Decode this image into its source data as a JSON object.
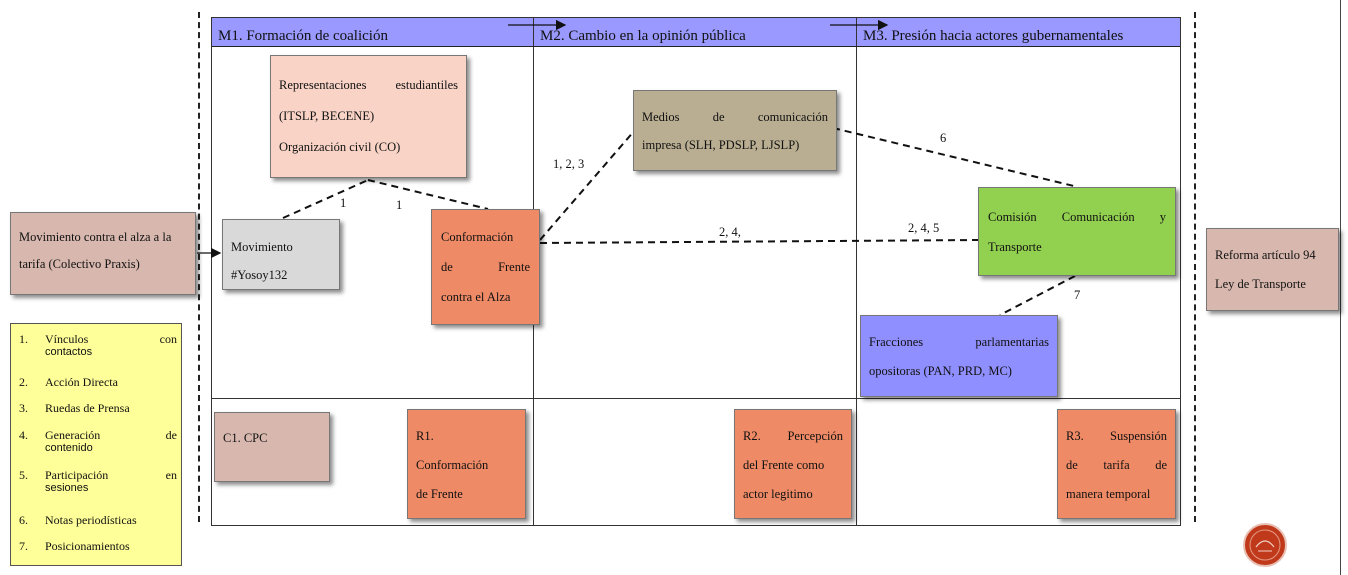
{
  "columns": {
    "m1": "M1. Formación de coalición",
    "m2": "M2. Cambio en la opinión pública",
    "m3": "M3. Presión hacia actores gubernamentales"
  },
  "nodes": {
    "colectivo": "Movimiento contra el alza a la tarifa (Colectivo Praxis)",
    "representaciones_1": "Representaciones estudiantiles",
    "representaciones_2": "(ITSLP, BECENE)",
    "organizacion": "Organización civil (CO)",
    "movimiento_1": "Movimiento",
    "movimiento_2": "#Yosoy132",
    "conformacion_1": "Conformación",
    "conformacion_2": "de Frente",
    "conformacion_3": "contra el Alza",
    "medios_1": "Medios de comunicación",
    "medios_2": "impresa (SLH, PDSLP, LJSLP)",
    "comision_1": "Comisión Comunicación y",
    "comision_2": "Transporte",
    "fracciones_1": "Fracciones parlamentarias",
    "fracciones_2": "opositoras (PAN, PRD, MC)",
    "reforma_1": "Reforma artículo 94",
    "reforma_2": "Ley de Transporte"
  },
  "results": {
    "c1": "C1. CPC",
    "r1_1": "R1.",
    "r1_2": "Conformación",
    "r1_3": "de Frente",
    "r2_1": "R2. Percepción",
    "r2_2": "del Frente como",
    "r2_3": "actor legitimo",
    "r3_1": "R3. Suspensión",
    "r3_2": "de tarifa de",
    "r3_3": "manera temporal"
  },
  "edge_labels": {
    "e1a": "1",
    "e1b": "1",
    "e123": "1, 2, 3",
    "e24": "2, 4,",
    "e245": "2, 4, 5",
    "e6": "6",
    "e7": "7"
  },
  "legend": [
    {
      "num": "1.",
      "text": "Vínculos con",
      "cont": "contactos"
    },
    {
      "num": "2.",
      "text": "Acción Directa",
      "cont": ""
    },
    {
      "num": "3.",
      "text": "Ruedas de Prensa",
      "cont": ""
    },
    {
      "num": "4.",
      "text": "Generación de",
      "cont": "contenido"
    },
    {
      "num": "5.",
      "text": "Participación en",
      "cont": "sesiones"
    },
    {
      "num": "6.",
      "text": "Notas periodísticas",
      "cont": ""
    },
    {
      "num": "7.",
      "text": "Posicionamientos",
      "cont": ""
    }
  ],
  "colors": {
    "header": "#9999ff",
    "salmon_light": "#f8d3c6",
    "orange": "#ef8a66",
    "gray": "#d9d9d9",
    "taupe": "#b9ae92",
    "green": "#92d050",
    "mauve": "#d8b8ae",
    "lavender": "#8f8fff",
    "legend_yellow": "#ffff99",
    "badge_red": "#c0391b"
  },
  "icons": [
    "badge-icon"
  ]
}
